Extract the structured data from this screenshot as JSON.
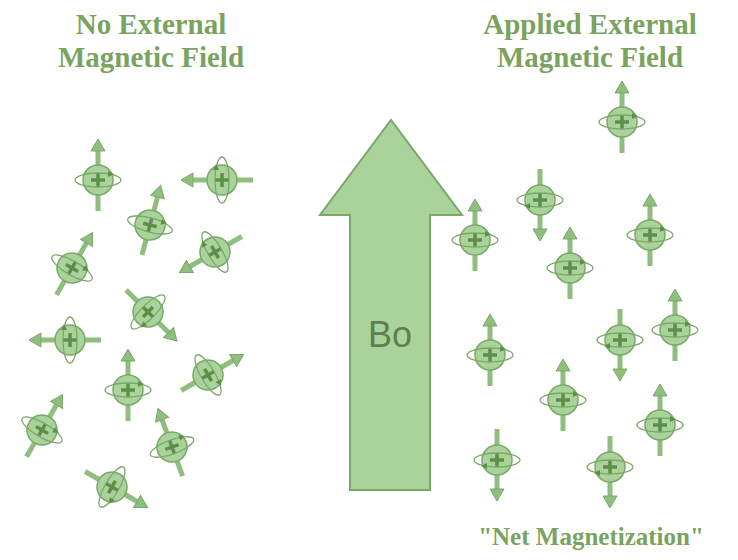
{
  "diagram": {
    "caption": "\"Net Magnetization\"",
    "nodes": [
      {
        "text": [
          "Bo"
        ]
      }
    ],
    "labels": [
      "No External Magnetic Field",
      "Applied External Magnetic Field"
    ]
  }
}
